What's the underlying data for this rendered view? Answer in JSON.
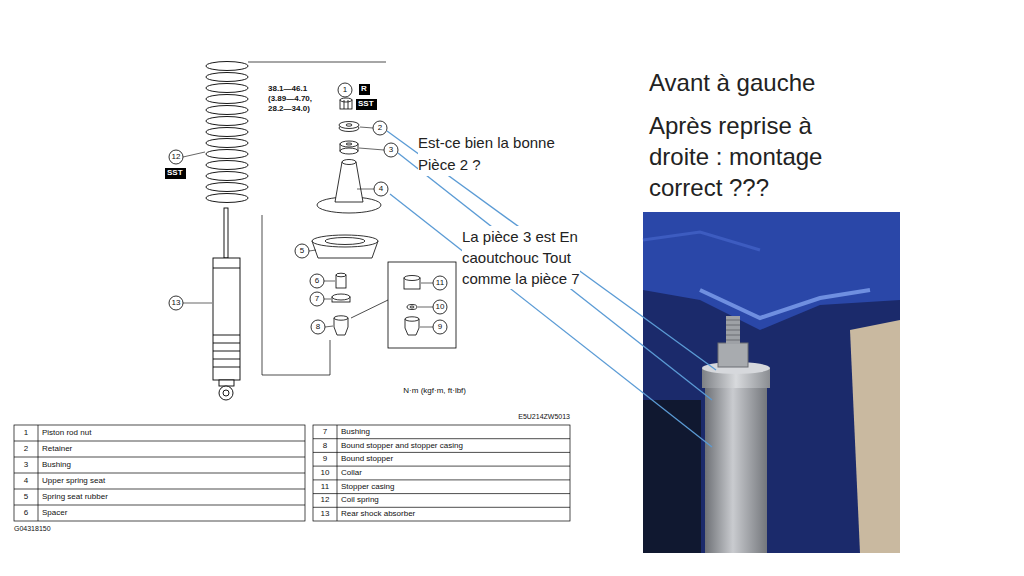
{
  "diagram": {
    "nodes": [
      {
        "text": [
          "R"
        ]
      },
      {
        "text": [
          "SST"
        ]
      },
      {
        "text": [
          "SST"
        ]
      }
    ],
    "labels": [
      "38.1—46.1 (3.89—4.70, 28.2—34.0)",
      "1",
      "2",
      "3",
      "4",
      "12",
      "5",
      "6",
      "7",
      "8",
      "11",
      "10",
      "9",
      "13",
      "N·m (kgf·m, ft·lbf)",
      "E5U214ZW5013",
      "1",
      "Piston rod nut",
      "2",
      "Retainer",
      "3",
      "Bushing",
      "4",
      "Upper spring seat",
      "5",
      "Spring seat rubber",
      "6",
      "Spacer",
      "7",
      "Bushing",
      "8",
      "Bound stopper and stopper casing",
      "9",
      "Bound stopper",
      "10",
      "Collar",
      "11",
      "Stopper casing",
      "12",
      "Coil spring",
      "13",
      "Rear shock absorber",
      "G04318150",
      "Est-ce bien la bonne Pièce 2 ?",
      "La pièce 3 est En caoutchouc Tout comme la pièce 7",
      "Avant à gauche",
      "Après reprise à droite : montage correct ???"
    ]
  }
}
